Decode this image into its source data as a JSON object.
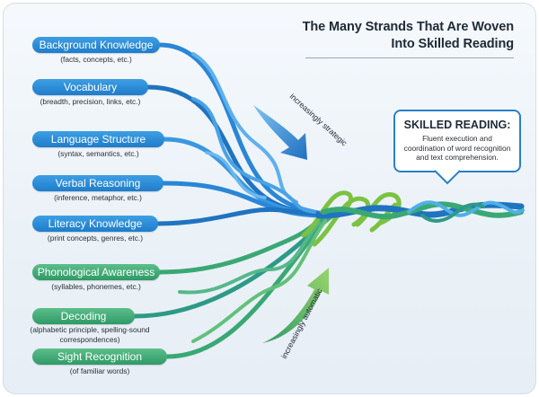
{
  "title": {
    "line1": "The Many Strands That Are Woven",
    "line2": "Into Skilled Reading"
  },
  "language_comprehension": [
    {
      "label": "Background Knowledge",
      "detail": "(facts, concepts, etc.)"
    },
    {
      "label": "Vocabulary",
      "detail": "(breadth, precision, links, etc.)"
    },
    {
      "label": "Language Structure",
      "detail": "(syntax, semantics, etc.)"
    },
    {
      "label": "Verbal Reasoning",
      "detail": "(inference, metaphor, etc.)"
    },
    {
      "label": "Literacy Knowledge",
      "detail": "(print concepts, genres, etc.)"
    }
  ],
  "word_recognition": [
    {
      "label": "Phonological Awareness",
      "detail": "(syllables, phonemes, etc.)"
    },
    {
      "label": "Decoding",
      "detail": "(alphabetic principle, spelling-sound",
      "detail2": "correspondences)"
    },
    {
      "label": "Sight Recognition",
      "detail": "(of familiar words)"
    }
  ],
  "arrows": {
    "strategic": "increasingly strategic",
    "automatic": "increasingly automatic"
  },
  "skilled_reading": {
    "title": "SKILLED READING:",
    "line1": "Fluent execution and",
    "line2": "coordination of word recognition",
    "line3": "and text comprehension."
  },
  "colors": {
    "blue_strand": "#2a86d6",
    "blue_strand_light": "#5fb0ec",
    "green_strand": "#3aa874",
    "lime_strand": "#7cc242",
    "teal_strand": "#2e9a86",
    "text_dark": "#1d2a38",
    "box_border": "#2a7fc6"
  }
}
